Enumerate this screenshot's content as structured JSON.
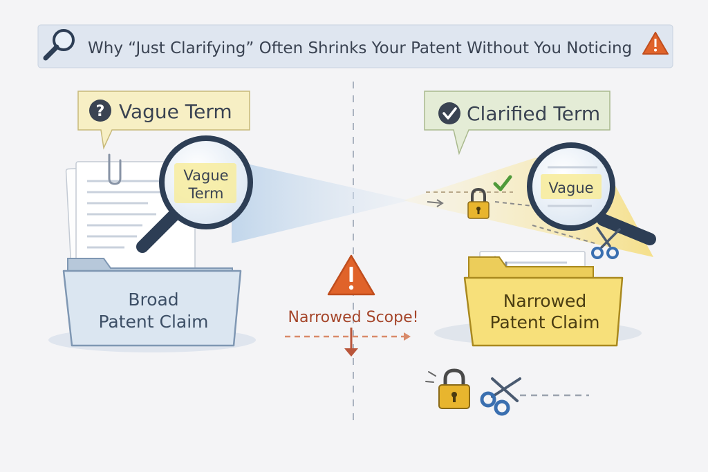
{
  "title": "Why “Just Clarifying” Often Shrinks Your Patent Without You Noticing",
  "left": {
    "bubble_label": "Vague Term",
    "magnifier_line1": "Vague",
    "magnifier_line2": "Term",
    "folder_line1": "Broad",
    "folder_line2": "Patent Claim"
  },
  "center": {
    "warning_label": "Narrowed Scope!"
  },
  "right": {
    "bubble_label": "Clarified Term",
    "magnifier_label": "Vague",
    "folder_line1": "Narrowed",
    "folder_line2": "Patent Claim"
  },
  "icons": {
    "title_left": "magnifier-icon",
    "title_right": "warning-triangle-icon",
    "left_bubble": "question-circle-icon",
    "right_bubble": "check-circle-icon",
    "lock": "padlock-icon",
    "scissors": "scissors-icon",
    "check": "checkmark-icon",
    "clip": "paperclip-icon"
  },
  "colors": {
    "dark_text": "#3a4352",
    "blue_accent": "#5a7aa8",
    "warning_orange": "#e0632a",
    "warning_text": "#a5452a",
    "left_bubble_fill": "#f7efc4",
    "right_bubble_fill": "#e4ecd6",
    "left_folder_fill": "#dbe6f1",
    "right_folder_fill": "#f7e07a",
    "check_green": "#4f9a3a",
    "lock_gold": "#e8b52e"
  }
}
